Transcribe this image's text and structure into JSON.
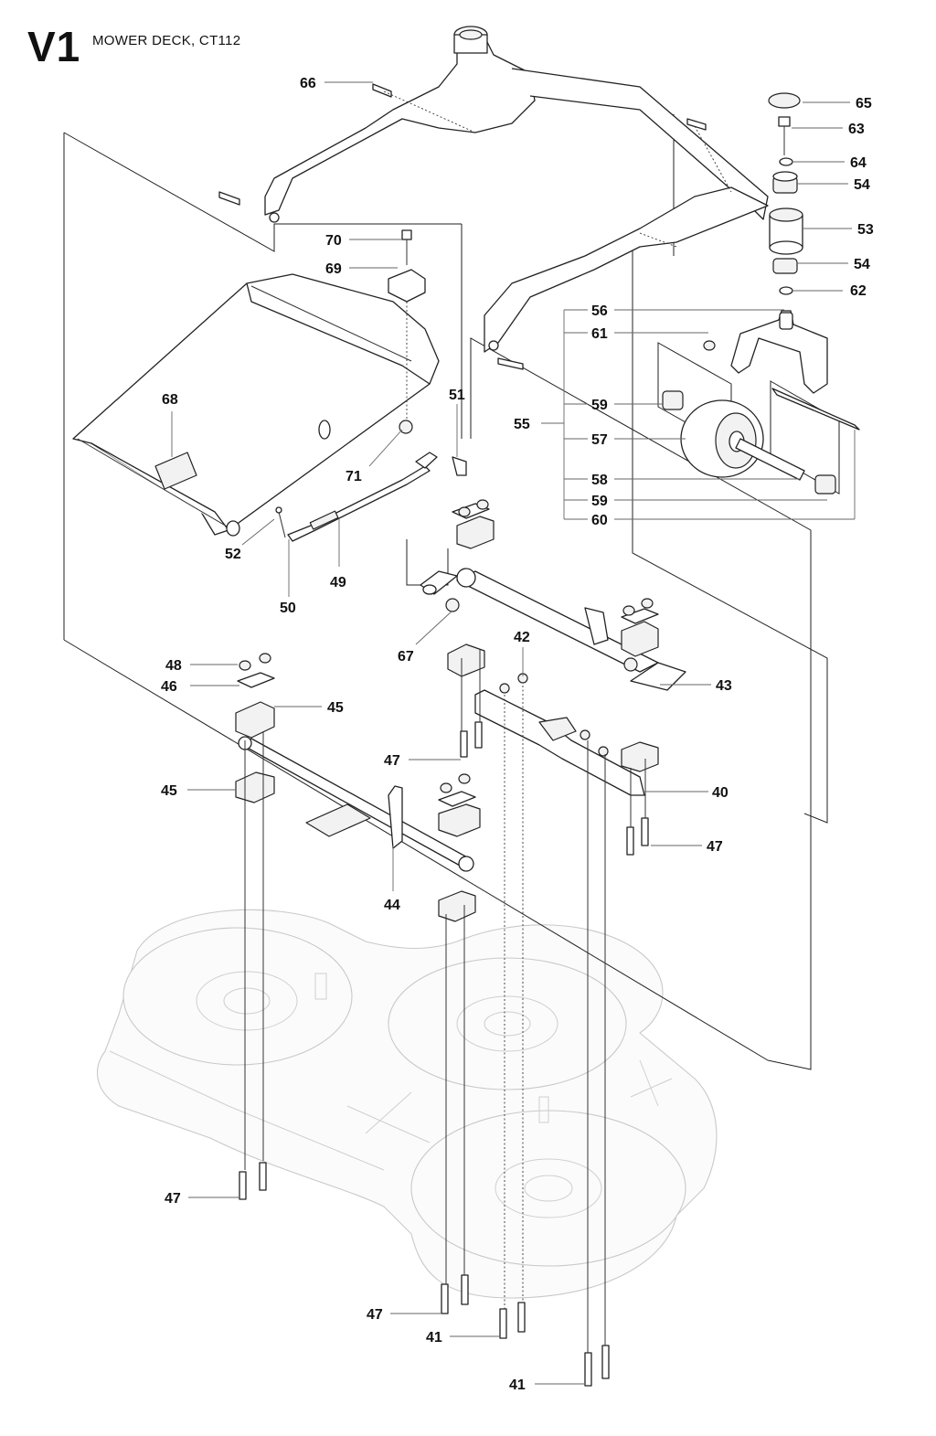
{
  "header": {
    "section_code": "V1",
    "title": "MOWER DECK, CT112"
  },
  "callouts": [
    {
      "id": "c66",
      "label": "66"
    },
    {
      "id": "c65",
      "label": "65"
    },
    {
      "id": "c63",
      "label": "63"
    },
    {
      "id": "c64",
      "label": "64"
    },
    {
      "id": "c54a",
      "label": "54"
    },
    {
      "id": "c53",
      "label": "53"
    },
    {
      "id": "c54b",
      "label": "54"
    },
    {
      "id": "c62",
      "label": "62"
    },
    {
      "id": "c70",
      "label": "70"
    },
    {
      "id": "c69",
      "label": "69"
    },
    {
      "id": "c56",
      "label": "56"
    },
    {
      "id": "c61",
      "label": "61"
    },
    {
      "id": "c68",
      "label": "68"
    },
    {
      "id": "c51",
      "label": "51"
    },
    {
      "id": "c59a",
      "label": "59"
    },
    {
      "id": "c55",
      "label": "55"
    },
    {
      "id": "c57",
      "label": "57"
    },
    {
      "id": "c71",
      "label": "71"
    },
    {
      "id": "c58",
      "label": "58"
    },
    {
      "id": "c59b",
      "label": "59"
    },
    {
      "id": "c60",
      "label": "60"
    },
    {
      "id": "c52",
      "label": "52"
    },
    {
      "id": "c49",
      "label": "49"
    },
    {
      "id": "c50",
      "label": "50"
    },
    {
      "id": "c67",
      "label": "67"
    },
    {
      "id": "c42",
      "label": "42"
    },
    {
      "id": "c48",
      "label": "48"
    },
    {
      "id": "c43",
      "label": "43"
    },
    {
      "id": "c46",
      "label": "46"
    },
    {
      "id": "c45a",
      "label": "45"
    },
    {
      "id": "c47a",
      "label": "47"
    },
    {
      "id": "c45b",
      "label": "45"
    },
    {
      "id": "c40",
      "label": "40"
    },
    {
      "id": "c47b",
      "label": "47"
    },
    {
      "id": "c44",
      "label": "44"
    },
    {
      "id": "c47c",
      "label": "47"
    },
    {
      "id": "c47d",
      "label": "47"
    },
    {
      "id": "c41a",
      "label": "41"
    },
    {
      "id": "c41b",
      "label": "41"
    }
  ]
}
